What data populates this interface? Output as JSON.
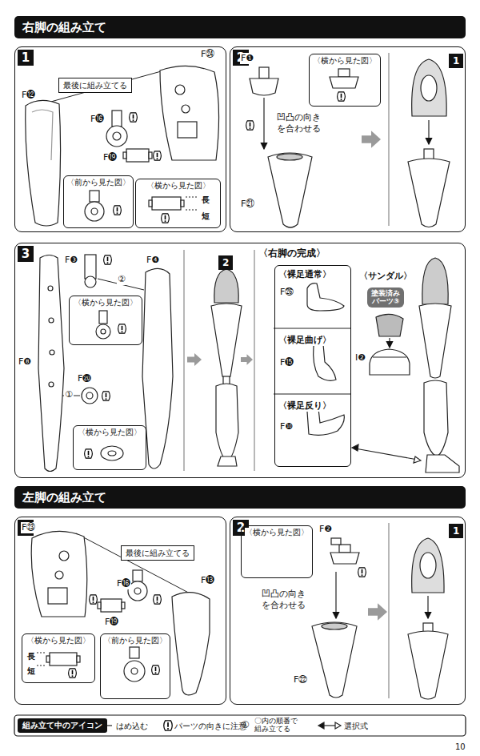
{
  "diagram": {
    "nodes": [
      {
        "text": [
          "右脚の組み立て"
        ]
      },
      {
        "text": [
          "1"
        ]
      },
      {
        "text": [
          "最後に組み立てる"
        ],
        "in": 1
      },
      {
        "text": [
          "〈前から見た図〉"
        ],
        "in": 1
      },
      {
        "text": [
          "〈横から見た図〉",
          "長",
          "短"
        ],
        "in": 1
      },
      {
        "text": [
          "2"
        ]
      },
      {
        "text": [
          "〈横から見た図〉"
        ],
        "in": 5
      },
      {
        "text": [
          "1"
        ],
        "in": 5
      },
      {
        "text": [
          "3"
        ]
      },
      {
        "text": [
          "〈横から見た図〉"
        ],
        "in": 8
      },
      {
        "text": [
          "〈横から見た図〉"
        ],
        "in": 8
      },
      {
        "text": [
          "2"
        ],
        "in": 8
      },
      {
        "text": [
          "〈裸足通常〉",
          "F㉖",
          "〈裸足曲げ〉",
          "F⓯",
          "〈裸足反り〉",
          "F❿"
        ],
        "in": 8
      },
      {
        "text": [
          "塗装済み パーツ③"
        ],
        "in": 8
      },
      {
        "text": [
          "左脚の組み立て"
        ]
      },
      {
        "text": [
          "1"
        ]
      },
      {
        "text": [
          "最後に組み立てる"
        ],
        "in": 15
      },
      {
        "text": [
          "〈横から見た図〉",
          "長",
          "短"
        ],
        "in": 15
      },
      {
        "text": [
          "〈前から見た図〉"
        ],
        "in": 15
      },
      {
        "text": [
          "2"
        ]
      },
      {
        "text": [
          "〈横から見た図〉"
        ],
        "in": 19
      },
      {
        "text": [
          "1"
        ],
        "in": 19
      },
      {
        "text": [
          "組み立て中のアイコン"
        ]
      }
    ],
    "labels": [
      "F⓬",
      "F㉔",
      "F⓰",
      "F⓳",
      "F❶",
      "凹凸の向きを合わせる",
      "F㉑",
      "F❸",
      "②",
      "F❹",
      "F❽",
      "①",
      "F⓴",
      "〈右脚の完成〉",
      "〈サンダル〉",
      "I❷",
      "F㉓",
      "F⓰",
      "F⓭",
      "F⓳",
      "F❷",
      "凹凸の向きを合わせる",
      "F㉒",
      "①",
      "10"
    ],
    "legend": [
      {
        "text": "はめ込む"
      },
      {
        "text": "パーツの向きに注意"
      },
      {
        "text": "〇内の順番で組み立てる"
      },
      {
        "text": "選択式"
      }
    ]
  }
}
